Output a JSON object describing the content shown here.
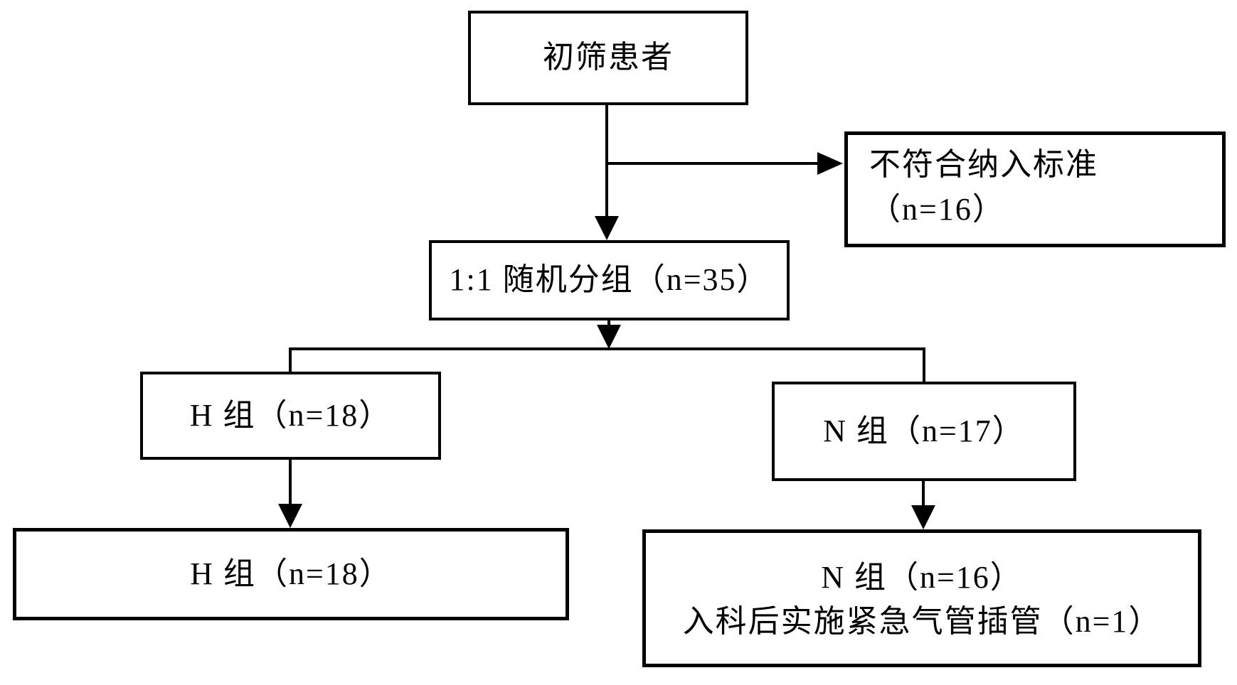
{
  "diagram": {
    "type": "flowchart",
    "line_color": "#000000",
    "box_fill": "#ffffff",
    "box_border_color": "#000000",
    "background": "#ffffff",
    "nodes": {
      "screening": {
        "text": "初筛患者"
      },
      "excluded": {
        "lines": [
          "不符合纳入标准",
          "（n=16）"
        ]
      },
      "randomized": {
        "text": "1:1 随机分组（n=35）"
      },
      "group_h": {
        "text": "H 组（n=18）"
      },
      "group_n": {
        "text": "N 组（n=17）"
      },
      "group_h_final": {
        "text": "H 组（n=18）"
      },
      "group_n_final": {
        "lines": [
          "N 组（n=16）",
          "入科后实施紧急气管插管（n=1）"
        ]
      }
    },
    "edges": [
      {
        "from": "screening",
        "to": "randomized",
        "arrow": true
      },
      {
        "from": "screening",
        "to": "excluded",
        "arrow": true
      },
      {
        "from": "randomized",
        "to": "group_h",
        "arrow": true
      },
      {
        "from": "randomized",
        "to": "group_n",
        "arrow": true
      },
      {
        "from": "group_h",
        "to": "group_h_final",
        "arrow": true
      },
      {
        "from": "group_n",
        "to": "group_n_final",
        "arrow": true
      }
    ]
  }
}
